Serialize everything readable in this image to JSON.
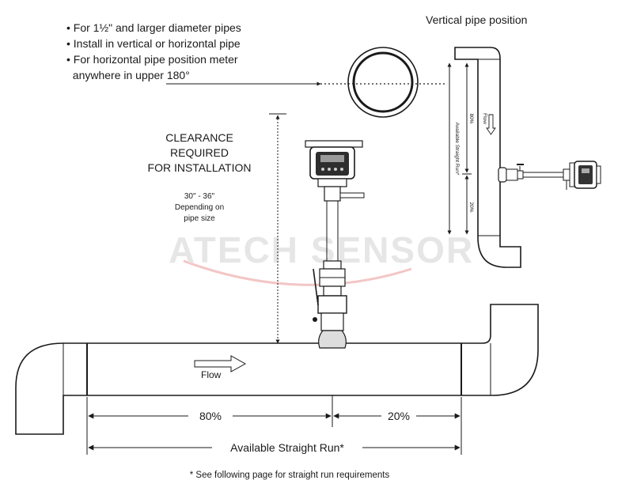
{
  "notes": [
    "• For 1½\" and larger diameter pipes",
    "• Install in vertical or horizontal pipe",
    "• For horizontal pipe position meter",
    "  anywhere in upper 180°"
  ],
  "vertical_title": "Vertical pipe position",
  "clearance": [
    "CLEARANCE",
    "REQUIRED",
    "FOR INSTALLATION"
  ],
  "clearance_detail": [
    "30\" - 36\"",
    "Depending on",
    "pipe size"
  ],
  "watermark": "ATECH SENSOR",
  "flow_label": "Flow",
  "vertical_flow_label": "Flow",
  "pct_80": "80%",
  "pct_20": "20%",
  "vertical_pct_80": "80%",
  "vertical_pct_20": "20%",
  "vertical_run_label": "Available Straight Run*",
  "run_label": "Available Straight Run*",
  "footnote": "* See following page for straight run requirements"
}
